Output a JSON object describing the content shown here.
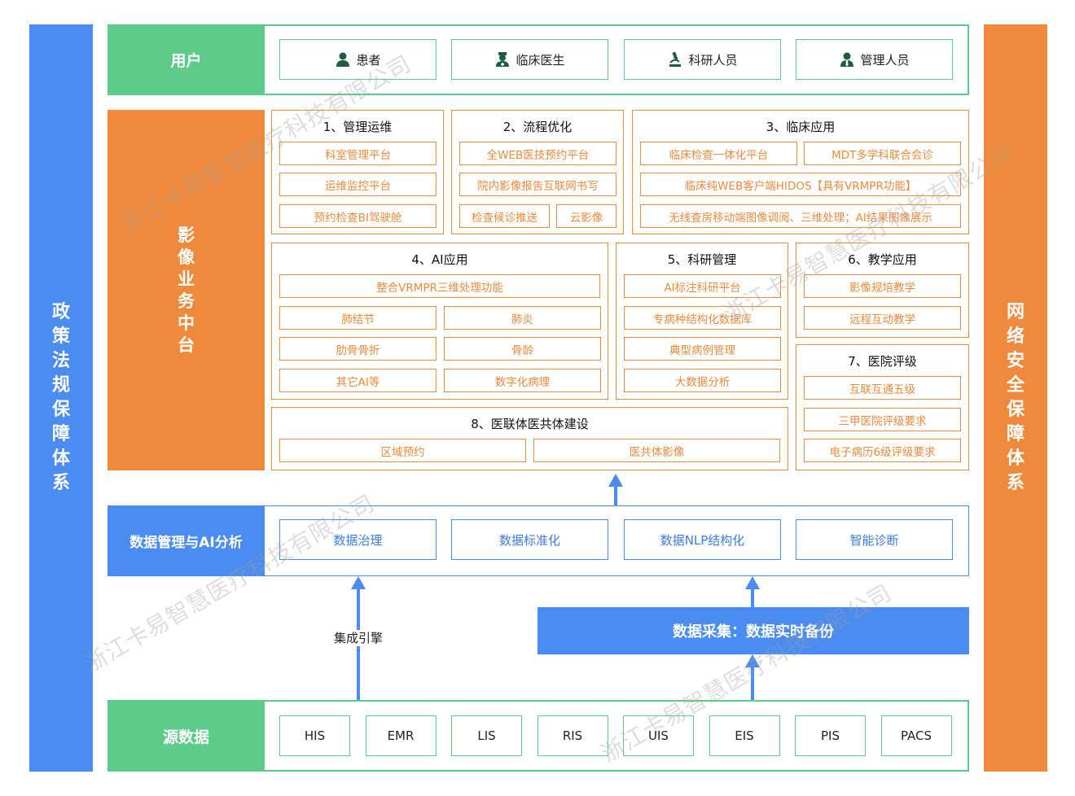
{
  "sidebars": {
    "left": "政策法规保障体系",
    "right": "网络安全保障体系"
  },
  "users": {
    "label": "用户",
    "items": [
      {
        "label": "患者",
        "icon": "person-icon"
      },
      {
        "label": "临床医生",
        "icon": "doctor-icon"
      },
      {
        "label": "科研人员",
        "icon": "microscope-icon"
      },
      {
        "label": "管理人员",
        "icon": "manager-icon"
      }
    ]
  },
  "platform": {
    "label": "影像业务中台",
    "p1": {
      "title": "1、管理运维",
      "items": [
        "科室管理平台",
        "运维监控平台",
        "预约检查BI驾驶舱"
      ]
    },
    "p2": {
      "title": "2、流程优化",
      "items": [
        "全WEB医技预约平台",
        "院内影像报告互联网书写",
        "检查候诊推送",
        "云影像"
      ]
    },
    "p3": {
      "title": "3、临床应用",
      "items": [
        "临床检查一体化平台",
        "MDT多学科联合会诊",
        "临床纯WEB客户端HIDOS【具有VRMPR功能】",
        "无线查房移动端图像调阅、三维处理；AI结果图像展示"
      ]
    },
    "p4": {
      "title": "4、AI应用",
      "items": [
        "整合VRMPR三维处理功能",
        "肺结节",
        "肺炎",
        "肋骨骨折",
        "骨龄",
        "其它AI等",
        "数字化病理"
      ]
    },
    "p5": {
      "title": "5、科研管理",
      "items": [
        "AI标注科研平台",
        "专病种结构化数据库",
        "典型病例管理",
        "大数据分析"
      ]
    },
    "p6": {
      "title": "6、教学应用",
      "items": [
        "影像规培教学",
        "远程互动教学"
      ]
    },
    "p7": {
      "title": "7、医院评级",
      "items": [
        "互联互通五级",
        "三甲医院评级要求",
        "电子病历6级评级要求"
      ]
    },
    "p8": {
      "title": "8、医联体医共体建设",
      "items": [
        "区域预约",
        "医共体影像"
      ]
    }
  },
  "data_mgmt": {
    "label": "数据管理与AI分析",
    "items": [
      "数据治理",
      "数据标准化",
      "数据NLP结构化",
      "智能诊断"
    ]
  },
  "integration": {
    "label": "集成引擎"
  },
  "collection": {
    "label": "数据采集：数据实时备份"
  },
  "source": {
    "label": "源数据",
    "items": [
      "HIS",
      "EMR",
      "LIS",
      "RIS",
      "UIS",
      "EIS",
      "PIS",
      "PACS"
    ]
  },
  "watermark": "浙江卡易智慧医疗科技有限公司",
  "colors": {
    "blue": "#4b8cf0",
    "orange": "#ef8a3c",
    "green": "#5ecb8a"
  }
}
